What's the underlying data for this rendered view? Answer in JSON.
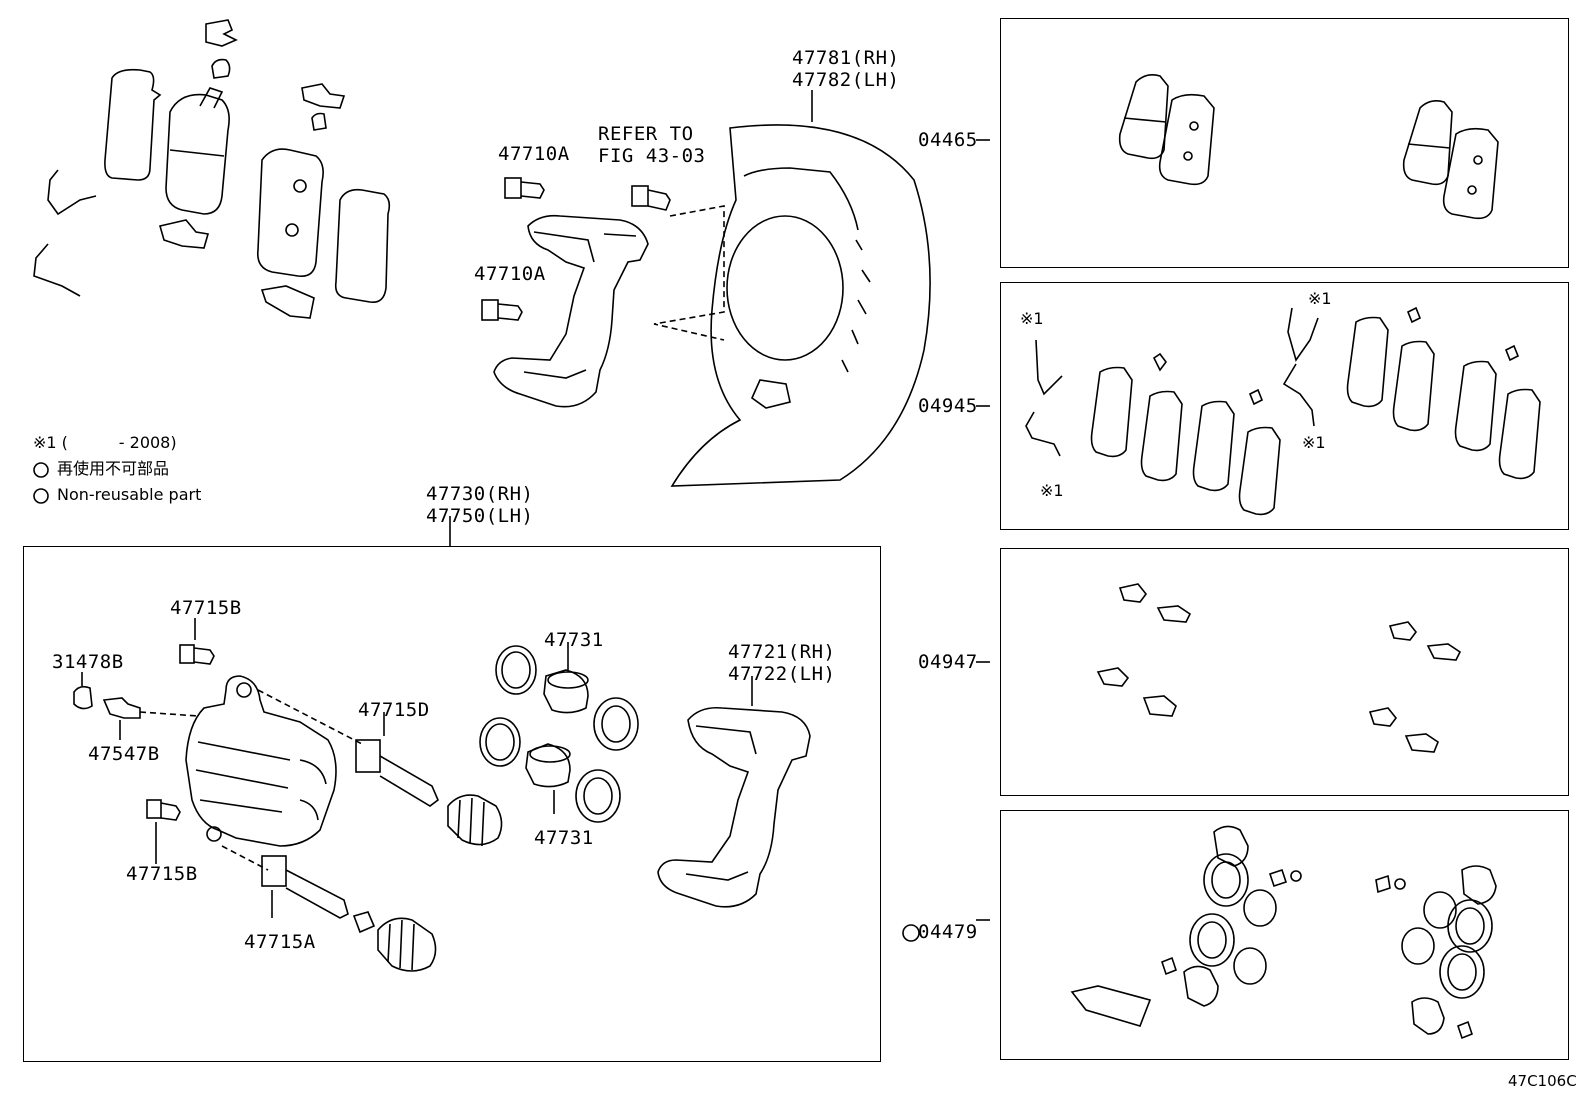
{
  "labels": {
    "shield_rh": "47781(RH)",
    "shield_lh": "47782(LH)",
    "refer_to": "REFER TO",
    "fig_ref": "FIG 43-03",
    "bolt_top": "47710A",
    "bolt_bottom": "47710A",
    "caliper_rh": "47730(RH)",
    "caliper_lh": "47750(LH)",
    "bolt_upper": "47715B",
    "bleeder_cap": "31478B",
    "bleeder_plug": "47547B",
    "bolt_lower": "47715B",
    "guide_pin_d": "47715D",
    "guide_pin_a": "47715A",
    "piston_top": "47731",
    "piston_bottom": "47731",
    "mounting_rh": "47721(RH)",
    "mounting_lh": "47722(LH)",
    "kit_pads": "04465",
    "kit_springs": "04945",
    "kit_clips": "04947",
    "kit_seals": "04479",
    "figure_code": "47C106C"
  },
  "legend": {
    "note_mark": "※1 (          - 2008)",
    "non_reusable_jp": "再使用不可部品",
    "non_reusable_en": "Non-reusable part"
  },
  "annotations": {
    "mark_a": "※1",
    "mark_b": "※1",
    "mark_c": "※1",
    "mark_d": "※1"
  }
}
